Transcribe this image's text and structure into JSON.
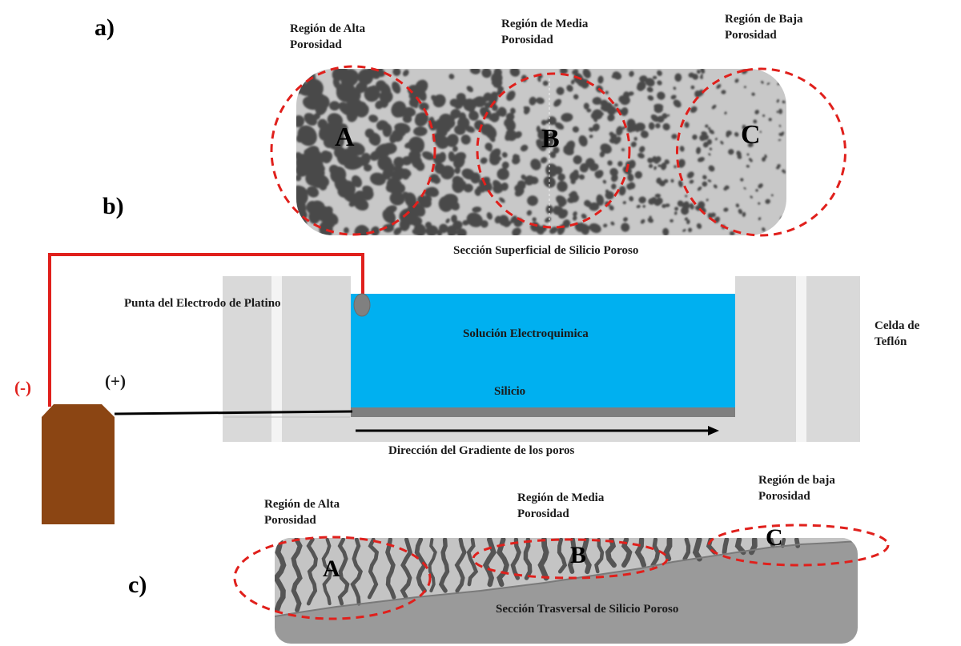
{
  "panels": {
    "a": "a)",
    "b": "b)",
    "c": "c)"
  },
  "surface": {
    "labels": {
      "high": "Región de Alta\nPorosidad",
      "medium": "Región de Media\n Porosidad",
      "low": "Región de Baja\nPorosidad"
    },
    "letters": {
      "a": "A",
      "b": "B",
      "c": "C"
    },
    "caption": "Sección  Superficial de Silicio Poroso"
  },
  "cell": {
    "electrode_tip": "Punta del Electrodo de Platino",
    "solution": "Solución Electroquimica",
    "silicon": "Silicio",
    "teflon": "Celda de\nTeflón",
    "minus": "(-)",
    "plus": "(+)",
    "gradient": "Dirección del Gradiente de los poros"
  },
  "cross": {
    "labels": {
      "high": "Región de Alta\nPorosidad",
      "medium": "Región de Media\nPorosidad",
      "low": "Región de baja\nPorosidad"
    },
    "letters": {
      "a": "A",
      "b": "B",
      "c": "C"
    },
    "caption": "Sección Trasversal de Silicio Poroso"
  },
  "colors": {
    "red_dash": "#e0201c",
    "solution": "#00b0f0",
    "silicon": "#7f7f7f",
    "teflon": "#d9d9d9",
    "battery": "#8b4513",
    "surface_bg": "#c8c8c8",
    "pore": "#4a4a4a",
    "cross_bg": "#9a9a9a"
  }
}
